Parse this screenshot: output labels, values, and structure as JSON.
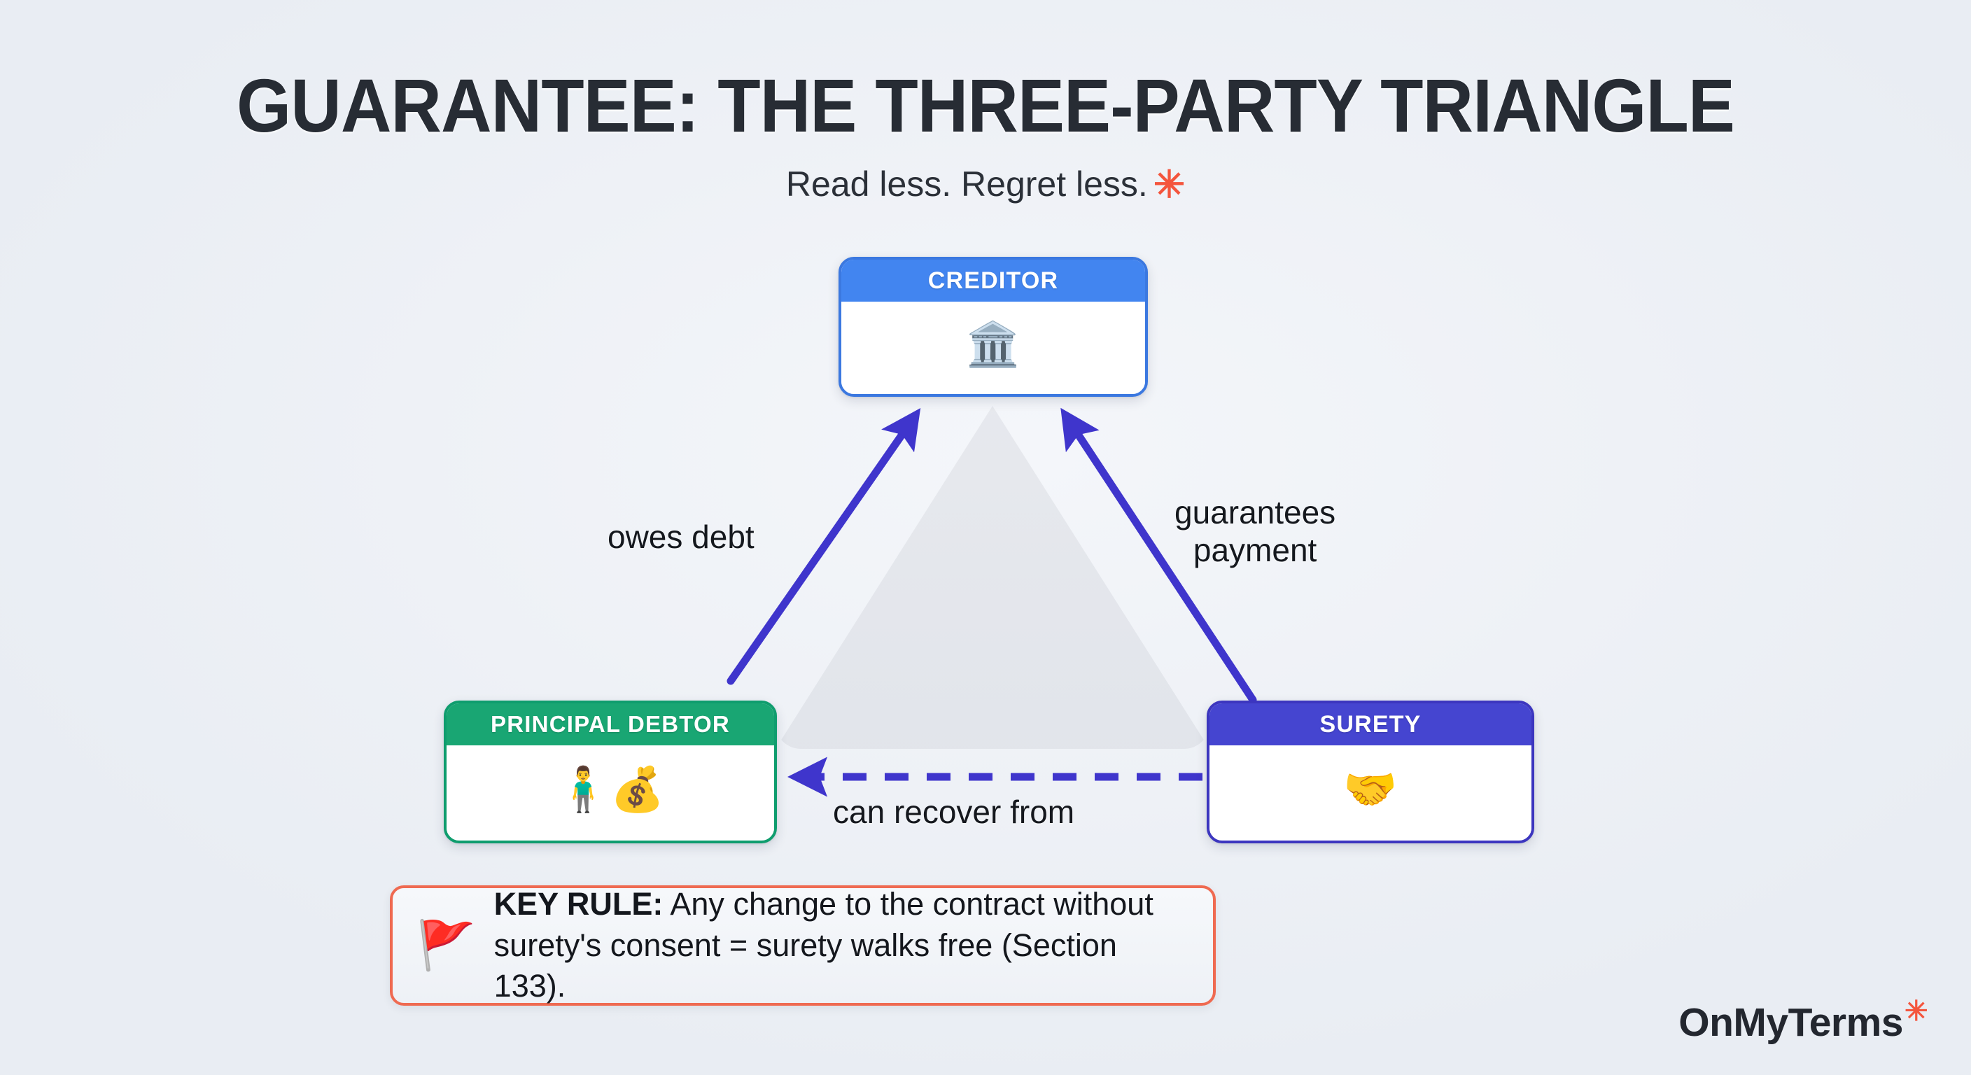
{
  "header": {
    "title": "GUARANTEE: THE THREE-PARTY TRIANGLE",
    "subtitle": "Read less. Regret less.",
    "subtitle_mark": "✳",
    "subtitle_mark_color": "#f4553d"
  },
  "diagram": {
    "type": "triangle-relationship",
    "nodes": [
      {
        "id": "creditor",
        "label": "CREDITOR",
        "icon": "bank-icon",
        "icon_glyph": "🏛️",
        "header_color": "#4285f0",
        "border_color": "#3b78e0",
        "position": "top"
      },
      {
        "id": "principal-debtor",
        "label": "PRINCIPAL DEBTOR",
        "icon": "person-with-money-bag-icon",
        "icon_glyph": "🧍‍♂️💰",
        "header_color": "#19a673",
        "border_color": "#0f9d6e",
        "position": "bottom-left"
      },
      {
        "id": "surety",
        "label": "SURETY",
        "icon": "handshake-icon",
        "icon_glyph": "🤝",
        "header_color": "#4545d0",
        "border_color": "#3c36bf",
        "position": "bottom-right"
      }
    ],
    "edges": [
      {
        "id": "owes-debt",
        "from": "principal-debtor",
        "to": "creditor",
        "label": "owes debt",
        "style": "solid",
        "color": "#3f35cc",
        "arrow": "end"
      },
      {
        "id": "guarantees-payment",
        "from": "surety",
        "to": "creditor",
        "label": "guarantees\npayment",
        "style": "solid",
        "color": "#3f35cc",
        "arrow": "end"
      },
      {
        "id": "can-recover-from",
        "from": "surety",
        "to": "principal-debtor",
        "label": "can recover from",
        "style": "dashed",
        "color": "#3f35cc",
        "arrow": "end"
      }
    ],
    "backdrop_color": "#e3e6ec"
  },
  "key_rule": {
    "flag_icon": "red-flag-icon",
    "flag_glyph": "🚩",
    "prefix": "KEY RULE:",
    "body": " Any change to the contract without surety's consent = surety walks free (Section 133).",
    "border_color": "#ef6a51"
  },
  "brand": {
    "name": "OnMyTerms",
    "mark": "✳",
    "mark_color": "#f4553d"
  }
}
